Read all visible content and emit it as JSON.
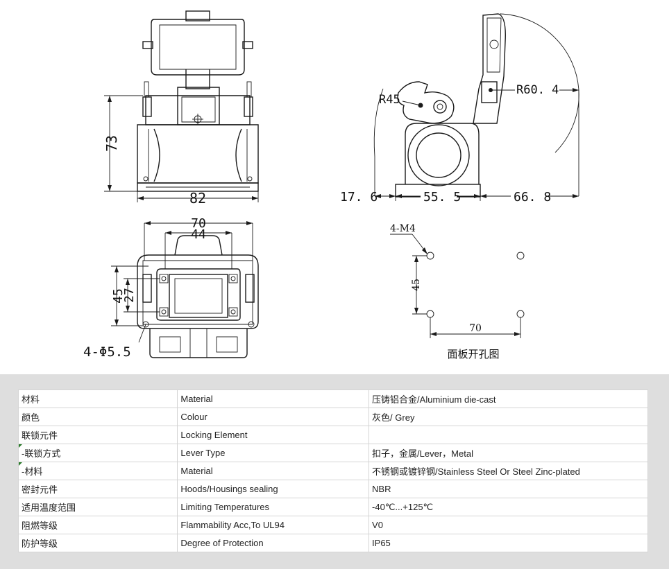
{
  "drawing": {
    "front_view": {
      "height_dim": "73",
      "width_dim": "82"
    },
    "side_view": {
      "r_small": "R45",
      "r_large": "R60. 4",
      "left_dim": "17. 6",
      "center_dim": "55. 5",
      "right_dim": "66. 8"
    },
    "top_view": {
      "outer_width": "70",
      "inner_width": "44",
      "outer_height": "45",
      "inner_height": "27",
      "holes_note": "4-Φ5.5"
    },
    "panel_cutout": {
      "thread_note": "4-M4",
      "vertical_spacing": "45",
      "horizontal_spacing": "70",
      "caption": "面板开孔图"
    }
  },
  "spec_table": {
    "rows": [
      {
        "zh": "材料",
        "en": "Material",
        "value": "压铸铝合金/Aluminium die-cast",
        "sub": false
      },
      {
        "zh": "颜色",
        "en": "Colour",
        "value": "灰色/ Grey",
        "sub": false
      },
      {
        "zh": "联锁元件",
        "en": "Locking Element",
        "value": "",
        "sub": false
      },
      {
        "zh": "-联锁方式",
        "en": "Lever Type",
        "value": "扣子，金属/Lever，Metal",
        "sub": true
      },
      {
        "zh": "-材料",
        "en": "Material",
        "value": "不锈钢或镀锌钢/Stainless Steel Or Steel Zinc-plated",
        "sub": true
      },
      {
        "zh": "密封元件",
        "en": "Hoods/Housings sealing",
        "value": "NBR",
        "sub": false
      },
      {
        "zh": "适用温度范围",
        "en": "Limiting Temperatures",
        "value": "-40℃...+125℃",
        "sub": false
      },
      {
        "zh": "阻燃等级",
        "en": "Flammability Acc,To UL94",
        "value": "V0",
        "sub": false
      },
      {
        "zh": "防护等级",
        "en": "Degree of Protection",
        "value": "IP65",
        "sub": false
      }
    ]
  }
}
